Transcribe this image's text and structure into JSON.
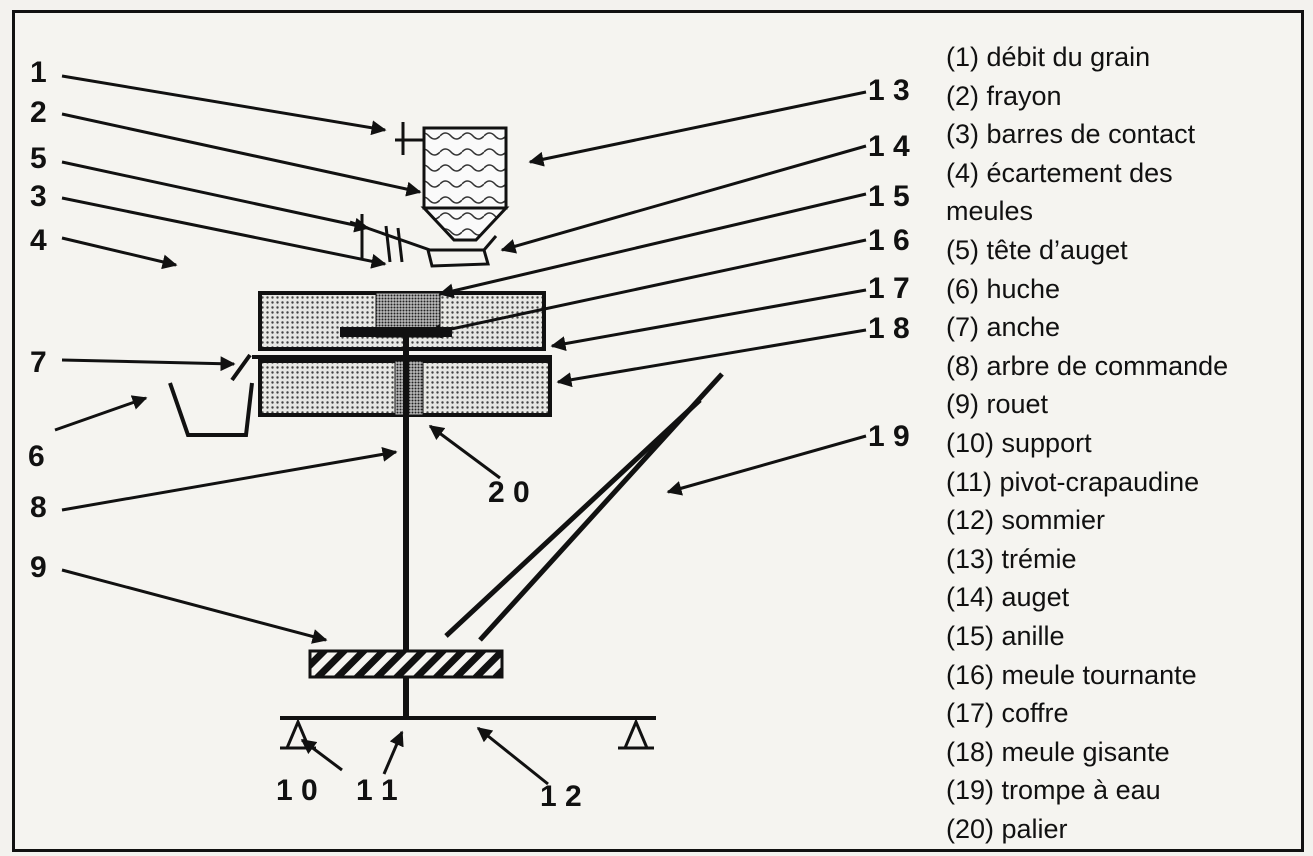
{
  "numbers": {
    "n1": "1",
    "n2": "2",
    "n3": "3",
    "n4": "4",
    "n5": "5",
    "n6": "6",
    "n7": "7",
    "n8": "8",
    "n9": "9",
    "n10": "1 0",
    "n11": "1 1",
    "n12": "1 2",
    "n13": "1 3",
    "n14": "1 4",
    "n15": "1 5",
    "n16": "1 6",
    "n17": "1 7",
    "n18": "1 8",
    "n19": "1 9",
    "n20": "2 0"
  },
  "legend": [
    "(1) débit du grain",
    "(2) frayon",
    "(3) barres de contact",
    "(4) écartement des meules",
    "(5) tête d’auget",
    "(6) huche",
    "(7) anche",
    "(8) arbre de commande",
    "(9) rouet",
    "(10) support",
    "(11) pivot-crapaudine",
    "(12) sommier",
    "(13) trémie",
    "(14) auget",
    "(15) anille",
    "(16) meule tournante",
    "(17) coffre",
    "(18) meule gisante",
    "(19) trompe à eau",
    "(20) palier"
  ],
  "colors": {
    "ink": "#111111",
    "paper": "#f5f4f0"
  }
}
